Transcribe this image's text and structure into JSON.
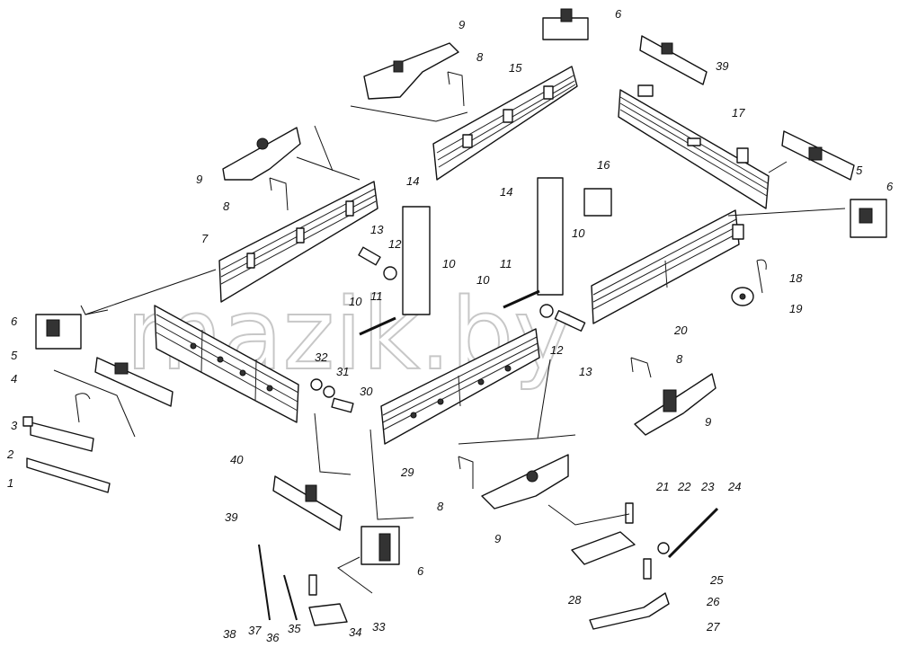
{
  "watermark": "mazik.by",
  "callouts": {
    "c1": "1",
    "c2": "2",
    "c3": "3",
    "c4": "4",
    "c5a": "5",
    "c5b": "5",
    "c6a": "6",
    "c6b": "6",
    "c6c": "6",
    "c6d": "6",
    "c7": "7",
    "c8a": "8",
    "c8b": "8",
    "c8c": "8",
    "c8d": "8",
    "c9a": "9",
    "c9b": "9",
    "c9c": "9",
    "c9d": "9",
    "c10a": "10",
    "c10b": "10",
    "c10c": "10",
    "c10d": "10",
    "c11a": "11",
    "c11b": "11",
    "c12a": "12",
    "c12b": "12",
    "c13a": "13",
    "c13b": "13",
    "c14a": "14",
    "c14b": "14",
    "c15": "15",
    "c16": "16",
    "c17": "17",
    "c18": "18",
    "c19": "19",
    "c20": "20",
    "c21": "21",
    "c22": "22",
    "c23": "23",
    "c24": "24",
    "c25": "25",
    "c26": "26",
    "c27": "27",
    "c28": "28",
    "c29": "29",
    "c30": "30",
    "c31": "31",
    "c32": "32",
    "c33": "33",
    "c34": "34",
    "c35": "35",
    "c36": "36",
    "c37": "37",
    "c38": "38",
    "c39a": "39",
    "c39b": "39",
    "c40": "40"
  }
}
